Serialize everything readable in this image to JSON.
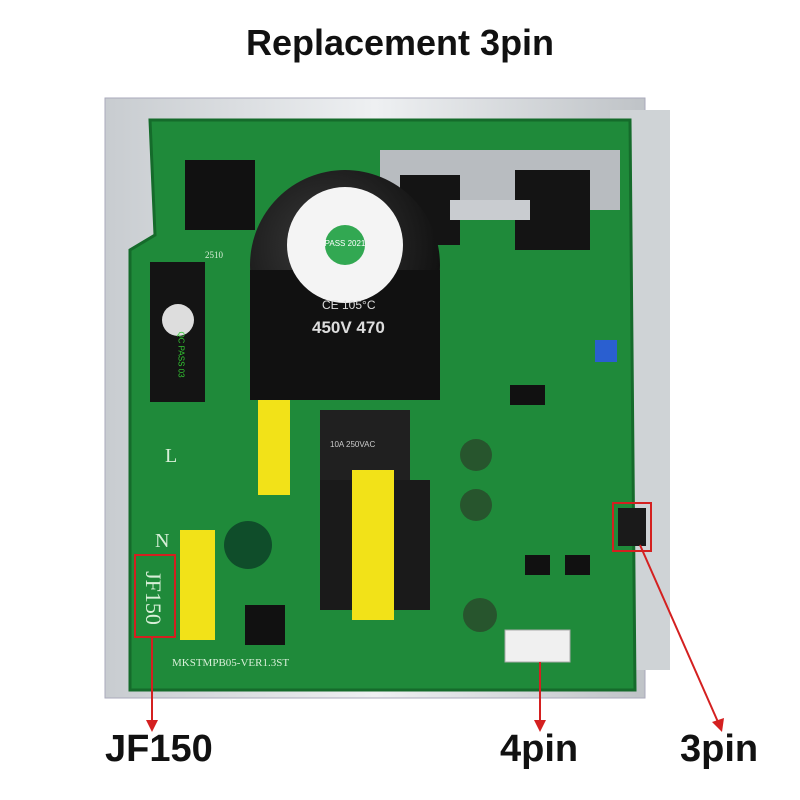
{
  "title": "Replacement 3pin",
  "callouts": {
    "jf150": "JF150",
    "four_pin": "4pin",
    "three_pin": "3pin"
  },
  "board_silkscreen": {
    "l_label": "L",
    "n_label": "N",
    "fuse_label": "JF150",
    "model": "MKSTMPB05-VER1.3ST",
    "cap_rating": "450V 470",
    "cap_temp": "CE 105°C",
    "relay": "10A 250VAC",
    "pass_sticker": "PASS 2021",
    "qc_label": "QC PASS 03",
    "part_2510": "2510"
  },
  "colors": {
    "board": "#1f8a3a",
    "heatsink": "#d9dcde",
    "annotation": "#d42020",
    "yellow_parts": "#f2e218"
  }
}
